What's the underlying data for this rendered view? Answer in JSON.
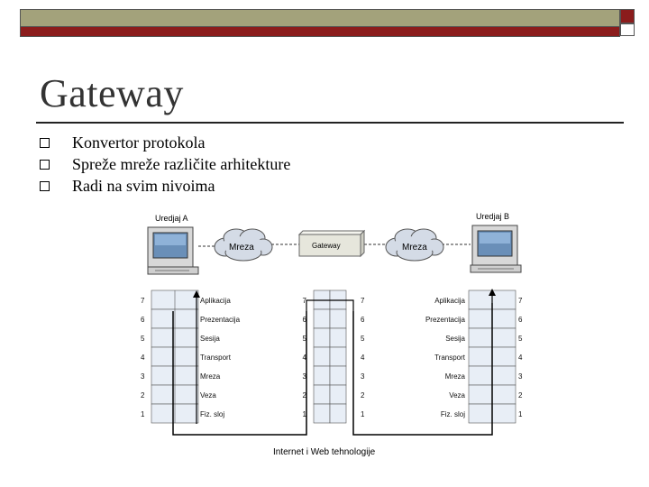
{
  "slide": {
    "title": "Gateway",
    "bullets": [
      "Konvertor protokola",
      "Spreže mreže različite arhitekture",
      "Radi na svim nivoima"
    ],
    "footer": "Internet i Web tehnologije"
  },
  "diagram": {
    "device_a": "Uredjaj A",
    "device_b": "Uredjaj B",
    "network_left": "Mreza",
    "network_right": "Mreza",
    "gateway": "Gateway",
    "layers_left": [
      "Aplikacija",
      "Prezentacija",
      "Sesija",
      "Transport",
      "Mreza",
      "Veza",
      "Fiz. sloj"
    ],
    "layers_right": [
      "Aplikacija",
      "Prezentacija",
      "Sesija",
      "Transport",
      "Mreza",
      "Veza",
      "Fiz. sloj"
    ],
    "layer_numbers": [
      "7",
      "6",
      "5",
      "4",
      "3",
      "2",
      "1"
    ]
  },
  "colors": {
    "topbar_olive": "#a3a27b",
    "topbar_red": "#8b1c1c",
    "stack_fill": "#e8eef6",
    "gateway_fill": "#e6e6dc",
    "cloud_fill": "#d4dbe6"
  }
}
